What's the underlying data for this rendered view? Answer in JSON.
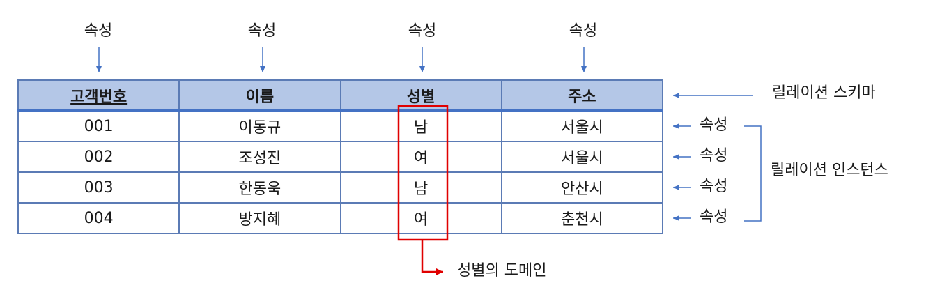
{
  "attribute_label": "속성",
  "schema": {
    "columns": [
      {
        "label": "고객번호",
        "primary_key": true
      },
      {
        "label": "이름",
        "primary_key": false
      },
      {
        "label": "성별",
        "primary_key": false
      },
      {
        "label": "주소",
        "primary_key": false
      }
    ]
  },
  "rows": [
    [
      "001",
      "이동규",
      "남",
      "서울시"
    ],
    [
      "002",
      "조성진",
      "여",
      "서울시"
    ],
    [
      "003",
      "한동욱",
      "남",
      "안산시"
    ],
    [
      "004",
      "방지혜",
      "여",
      "춘천시"
    ]
  ],
  "annotations": {
    "relation_schema": "릴레이션 스키마",
    "relation_instance": "릴레이션 인스턴스",
    "tuple_label": "속성",
    "domain_label": "성별의 도메인"
  },
  "colors": {
    "header_fill": "#b4c7e7",
    "border": "#5b7bb5",
    "arrow": "#4472c4",
    "domain_highlight": "#e00000"
  }
}
